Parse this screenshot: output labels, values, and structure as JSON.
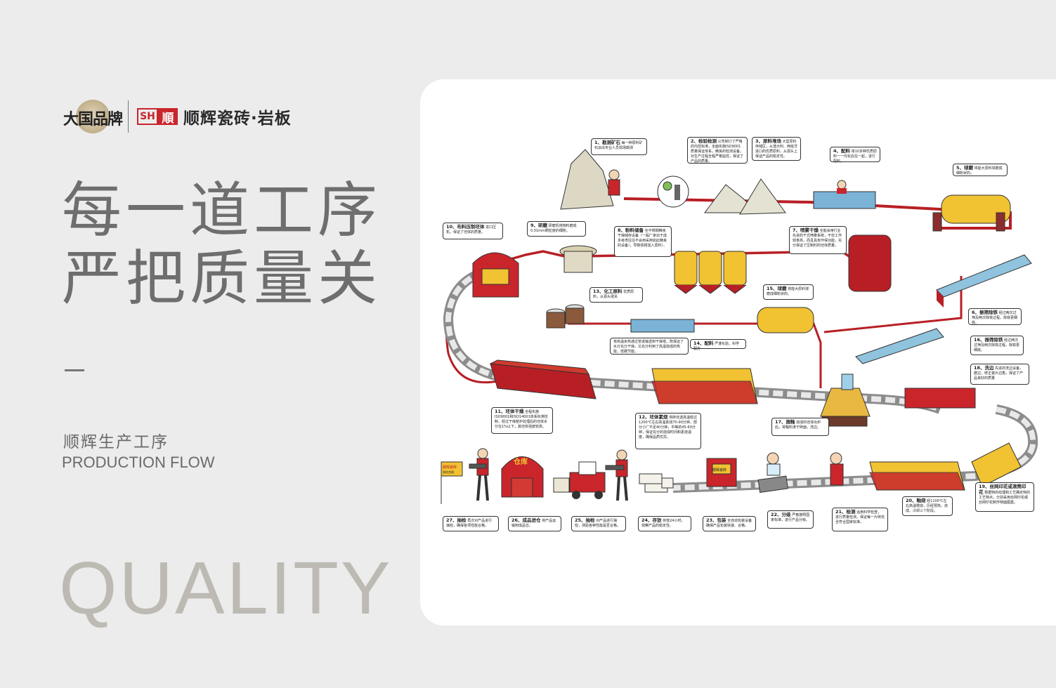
{
  "brand": {
    "seal_text": "大国品牌",
    "sh_mark": "SH",
    "shun_mark": "順",
    "company_name": "顺辉瓷砖·岩板"
  },
  "headline": {
    "line1": "每一道工序",
    "line2": "严把质量关"
  },
  "subtitle": {
    "cn": "顺辉生产工序",
    "en": "PRODUCTION FLOW"
  },
  "watermark": "QUALITY",
  "colors": {
    "accent_red": "#c9252b",
    "tank_yellow": "#f1c232",
    "belt_gray": "#8c8c8c",
    "background": "#ececec"
  },
  "steps": [
    {
      "label": "1、勘测矿石",
      "desc": "每一种原料矿石派出专业人员现场勘测"
    },
    {
      "label": "2、检验检测",
      "desc": "公司制订了严格的内控标准，全面实施ISO9001质量保证体系，精良的检测设备，对生产过程全程严格监控，保证了产品的质量。"
    },
    {
      "label": "3、原料堆场",
      "desc": "大型原料存储区，从澳大利、西班牙进口的优质原料，从源头上保证产品的稳定性。"
    },
    {
      "label": "4、配料",
      "desc": "将10多种优质原料一一均化后在一起，进行配料。"
    },
    {
      "label": "5、球磨",
      "desc": "将能大原料球磨成细粉状的。"
    },
    {
      "label": "6、振筛除铁",
      "desc": "经过两次过筛及两次除铁过程，除铁更细底。"
    },
    {
      "label": "7、喷雾干燥",
      "desc": "全能采用行业先进的干式喷雾系统，不仅工作效率高，而且具有环保功能，充分保证了压制时的坯体质量。"
    },
    {
      "label": "8、粉料储备",
      "desc": "全不锈钢精良干燥储存设备（一般厂家出于成本考虑往往不会用采用如此精良的设备），导致铁锈混入原料）。"
    },
    {
      "label": "9、研磨",
      "desc": "研磨机将物料磨成0.01mm颗粒度的细粉。"
    },
    {
      "label": "10、布料压制坯体",
      "desc": "进口压机，保证了坯体的质量。"
    },
    {
      "label": "11、坯体干燥",
      "desc": "全程实施ISO9001和ISO14001体系标准控制，经过干燥窑炉处理后的坯体水分在1%以下，其坯体强度较高。"
    },
    {
      "label": "12、坯体素烧",
      "desc": "将砖坯送高温经过1200℃左右高温素烧70-90分钟，部分小厂不足40分钟，中等的45-60分钟，保证充分的烧成时间和素烧温度，确保品质优异。"
    },
    {
      "label": "13、化工原料",
      "desc": "优质原料，从源头把关"
    },
    {
      "label": "14、配料",
      "desc": "严谨化验，科学配方"
    },
    {
      "label": "15、球磨",
      "desc": "将能大原料球磨成细粉状的。"
    },
    {
      "label": "16、振筛除铁",
      "desc": "经过两次过筛及两次除铁过程，除铁更细底。"
    },
    {
      "label": "17、施釉",
      "desc": "烧成的坯体出炉后，将釉料淋于砖面，洗边。"
    },
    {
      "label": "18、洗边",
      "desc": "先进的洗边设备，磨边、修正瓷片边角，保证了产品良好的质量"
    },
    {
      "label": "19、丝网印花或滚筒印花",
      "desc": "根据特的纹理和工艺确定特的工艺特点，分别采用丝网印花或丝网印花制作特面图案。"
    },
    {
      "label": "20、釉烧",
      "desc": "经1100℃左右高温慢烧，历经预热、烧成、冷却三个阶段。"
    },
    {
      "label": "21、检测",
      "desc": "运用科学检查，进行质量检测，保证每一片砖完全符合国家标准。"
    },
    {
      "label": "22、分级",
      "desc": "严格按照国家标准，进行产品分级。"
    },
    {
      "label": "23、包装",
      "desc": "全自动包装设备确保产品包装快速、合格。"
    },
    {
      "label": "24、存放",
      "desc": "存放24小时，观察产品的稳定性。"
    },
    {
      "label": "25、抽检",
      "desc": "对产品进行抽检，测验各种性能是否合格。"
    },
    {
      "label": "26、成品进仓",
      "desc": "将产品运输到成品仓。"
    },
    {
      "label": "27、抽检",
      "desc": "再次对产品进行抽检，确保各项性能合格。"
    }
  ],
  "annotation_heat": "将高温余热通过管道输送到干燥塔，既保证了水分充分干燥，又充分利用了高温烧成的热能，低碳节能。",
  "warehouse_sign": "仓库",
  "sign_board": "顺辉瓷砖",
  "flag_text": "顺辉瓷砖",
  "flag_sub": "质检合格"
}
